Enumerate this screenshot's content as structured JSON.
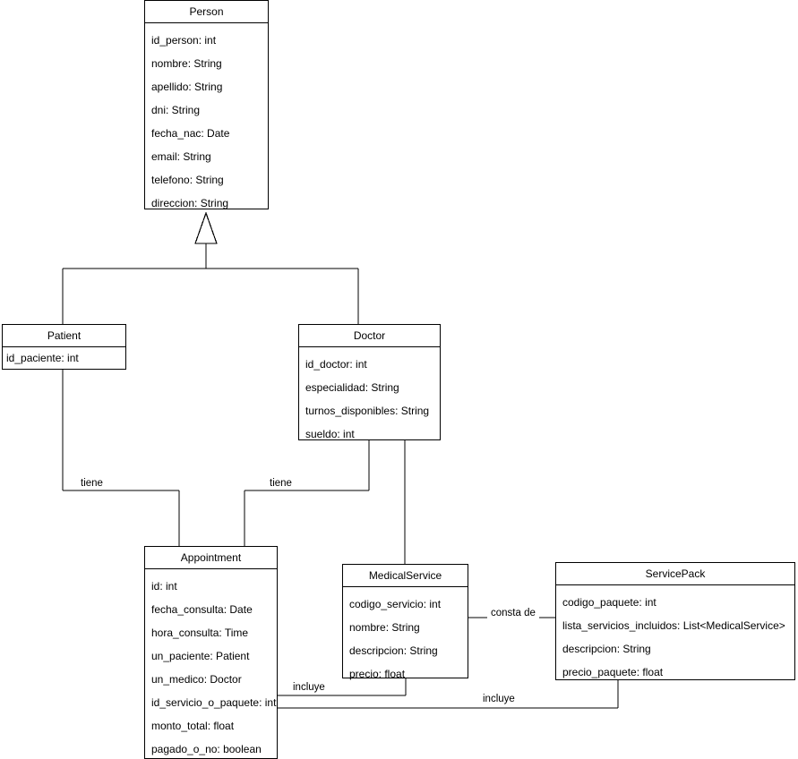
{
  "diagram": {
    "type": "uml-class-diagram",
    "title": "Clinic management UML class diagram",
    "stroke_color": "#000000",
    "fill_color": "#ffffff"
  },
  "classes": [
    {
      "id": "person",
      "name": "Person",
      "attributes": [
        "id_person: int",
        "nombre: String",
        "apellido: String",
        "dni: String",
        "fecha_nac: Date",
        "email: String",
        "telefono: String",
        "direccion: String"
      ]
    },
    {
      "id": "patient",
      "name": "Patient",
      "attributes": [
        "id_paciente: int"
      ]
    },
    {
      "id": "doctor",
      "name": "Doctor",
      "attributes": [
        "id_doctor: int",
        "especialidad: String",
        "turnos_disponibles: String",
        "sueldo: int"
      ]
    },
    {
      "id": "appointment",
      "name": "Appointment",
      "attributes": [
        "id: int",
        "fecha_consulta: Date",
        "hora_consulta: Time",
        "un_paciente: Patient",
        "un_medico: Doctor",
        "id_servicio_o_paquete: int",
        "monto_total: float",
        "pagado_o_no: boolean"
      ]
    },
    {
      "id": "medicalservice",
      "name": "MedicalService",
      "attributes": [
        "codigo_servicio: int",
        "nombre: String",
        "descripcion: String",
        "precio: float"
      ]
    },
    {
      "id": "servicepack",
      "name": "ServicePack",
      "attributes": [
        "codigo_paquete: int",
        "lista_servicios_incluidos: List<MedicalService>",
        "descripcion: String",
        "precio_paquete: float"
      ]
    }
  ],
  "relationships": [
    {
      "id": "person-patient",
      "kind": "generalization",
      "from": "Patient",
      "to": "Person",
      "label": ""
    },
    {
      "id": "person-doctor",
      "kind": "generalization",
      "from": "Doctor",
      "to": "Person",
      "label": ""
    },
    {
      "id": "patient-appointment",
      "kind": "association",
      "from": "Patient",
      "to": "Appointment",
      "label": "tiene"
    },
    {
      "id": "doctor-appointment",
      "kind": "association",
      "from": "Doctor",
      "to": "Appointment",
      "label": "tiene"
    },
    {
      "id": "doctor-medicalservice",
      "kind": "association",
      "from": "Doctor",
      "to": "MedicalService",
      "label": ""
    },
    {
      "id": "medicalservice-servicepack",
      "kind": "association",
      "from": "ServicePack",
      "to": "MedicalService",
      "label": "consta de"
    },
    {
      "id": "appointment-medicalservice",
      "kind": "association",
      "from": "Appointment",
      "to": "MedicalService",
      "label": "incluye"
    },
    {
      "id": "appointment-servicepack",
      "kind": "association",
      "from": "Appointment",
      "to": "ServicePack",
      "label": "incluye"
    }
  ],
  "labels": {
    "tiene_patient": "tiene",
    "tiene_doctor": "tiene",
    "consta_de": "consta de",
    "incluye_service": "incluye",
    "incluye_pack": "incluye"
  }
}
